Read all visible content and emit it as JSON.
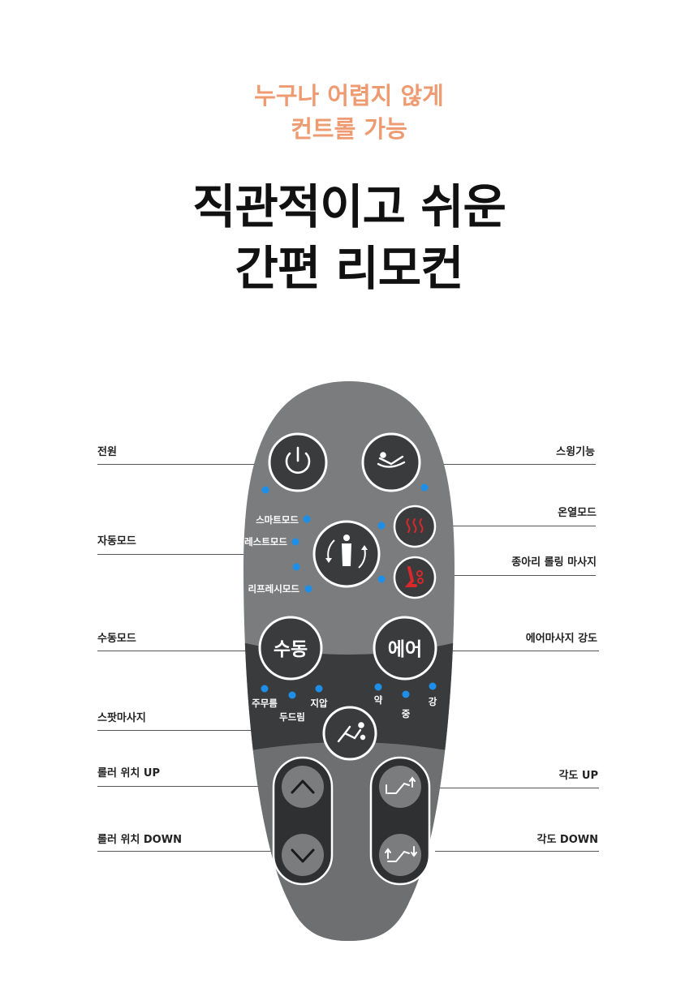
{
  "header": {
    "subtitle_line1": "누구나 어렵지 않게",
    "subtitle_line2": "컨트롤 가능",
    "title_line1": "직관적이고 쉬운",
    "title_line2": "간편 리모컨"
  },
  "callouts": {
    "power": "전원",
    "swing": "스윙기능",
    "heat": "온열모드",
    "auto": "자동모드",
    "calf_roll": "종아리 롤링 마사지",
    "manual": "수동모드",
    "air_intensity": "에어마사지 강도",
    "spot": "스팟마사지",
    "roller_up": "롤러 위치 UP",
    "roller_down": "롤러 위치 DOWN",
    "angle_up": "각도 UP",
    "angle_down": "각도 DOWN"
  },
  "remote": {
    "auto_modes": [
      "스마트모드",
      "레스트모드",
      "리프레시모드"
    ],
    "manual_button": "수동",
    "air_button": "에어",
    "manual_modes": [
      "주무름",
      "두드림",
      "지압"
    ],
    "air_levels": [
      "약",
      "중",
      "강"
    ]
  },
  "colors": {
    "accent": "#ee9b72",
    "remote_body": "#7b7c7e",
    "remote_band": "#3a3b3d",
    "indicator_led": "#1e8fe8",
    "icon_red": "#d8282b"
  }
}
